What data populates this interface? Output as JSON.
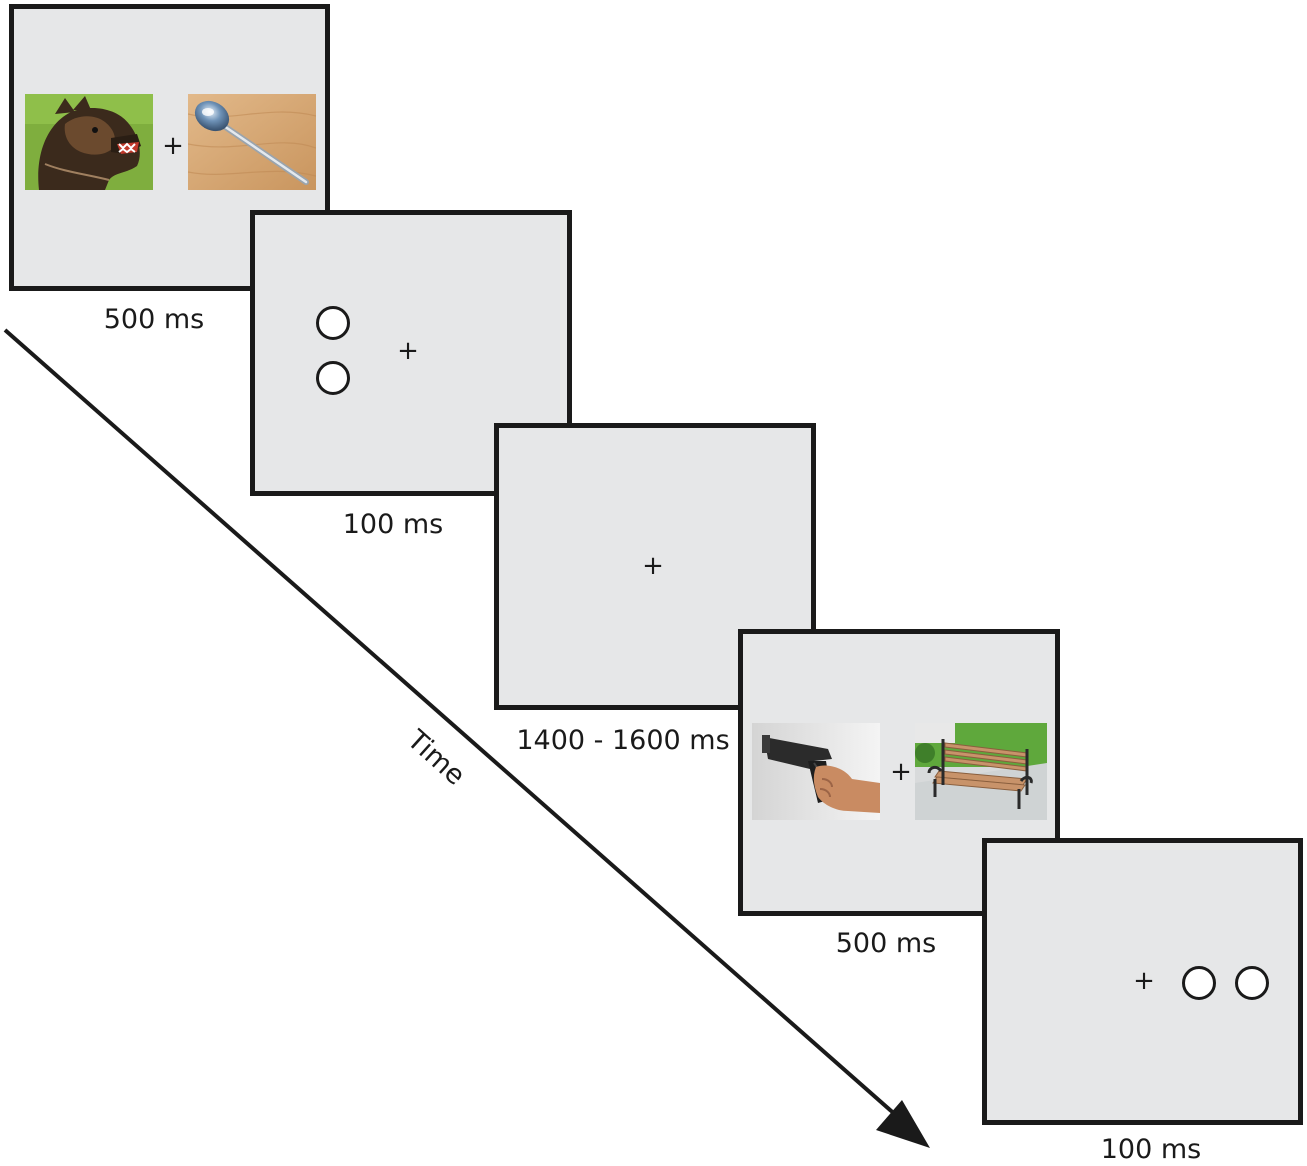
{
  "screens": [
    {
      "duration": "500 ms",
      "content": "image pair: threat (angry dog) and neutral (spoon)",
      "fixation": "+"
    },
    {
      "duration": "100 ms",
      "content": "two circles probe (vertical)",
      "fixation": "+"
    },
    {
      "duration": "1400 - 1600 ms",
      "content": "fixation only",
      "fixation": "+"
    },
    {
      "duration": "500 ms",
      "content": "image pair: threat (gun) and neutral (bench)",
      "fixation": "+"
    },
    {
      "duration": "100 ms",
      "content": "two circles probe (horizontal)",
      "fixation": "+"
    }
  ],
  "time_axis": {
    "label": "Time"
  },
  "colors": {
    "screen_bg": "#e6e7e8",
    "border": "#1a1a1a",
    "text": "#1a1a1a"
  }
}
